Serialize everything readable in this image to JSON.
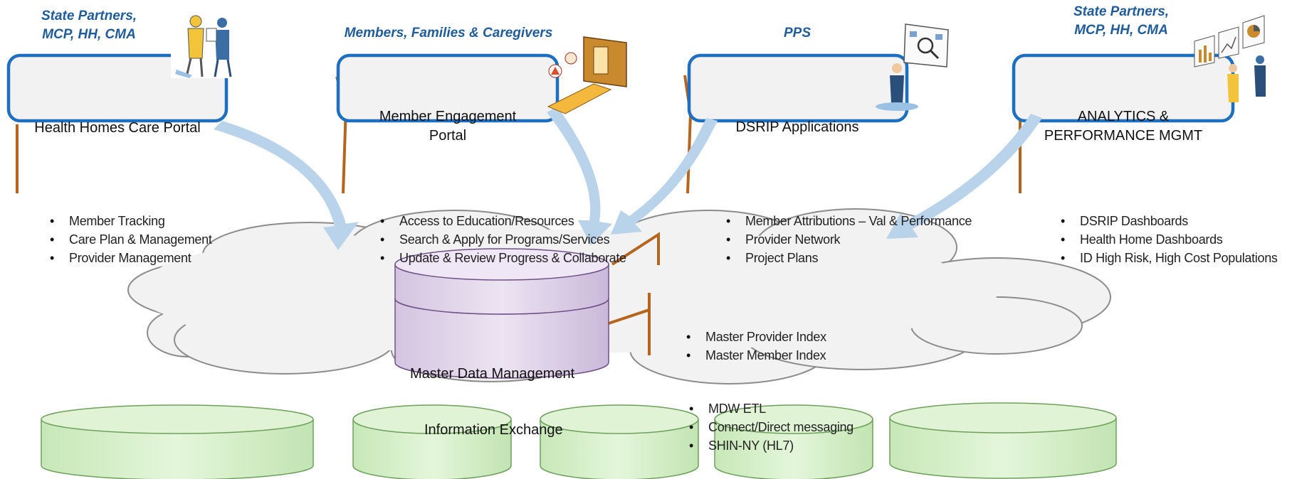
{
  "portals": [
    {
      "role": "State Partners,\nMCP, HH, CMA",
      "title": "Health Homes Care Portal",
      "bullets": [
        "Member Tracking",
        "Care Plan & Management",
        "Provider  Management"
      ]
    },
    {
      "role": "Members, Families & Caregivers",
      "title": "Member Engagement\nPortal",
      "bullets": [
        "Access to Education/Resources",
        "Search & Apply for Programs/Services",
        "Update & Review Progress & Collaborate"
      ]
    },
    {
      "role": "PPS",
      "title": "DSRIP Applications",
      "bullets": [
        "Member Attributions – Val & Performance",
        "Provider Network",
        "Project Plans"
      ]
    },
    {
      "role": "State Partners,\nMCP, HH, CMA",
      "title": "ANALYTICS &\nPERFORMANCE MGMT",
      "bullets": [
        "DSRIP Dashboards",
        "Health Home Dashboards",
        "ID High Risk, High Cost Populations"
      ]
    }
  ],
  "mdm": {
    "label": "Master Data Management",
    "bullets": [
      "Master Provider Index",
      "Master Member Index"
    ]
  },
  "exchange": {
    "label": "Information Exchange",
    "bullets": [
      "MDW ETL",
      "Connect/Direct messaging",
      "SHIN-NY (HL7)"
    ]
  },
  "colors": {
    "portal_border": "#1f6fc0",
    "portal_fill": "#f2f2f2",
    "role_text": "#1f5c99",
    "connector": "#b5651d",
    "arrow": "#b9d3ea",
    "cloud_fill": "#f2f2f2",
    "cloud_stroke": "#8c8c8c",
    "db_fill": "#e3d7ec",
    "db_stroke": "#6f4f86",
    "exchange_fill": "#d9f2cd",
    "exchange_stroke": "#6ea05c"
  }
}
